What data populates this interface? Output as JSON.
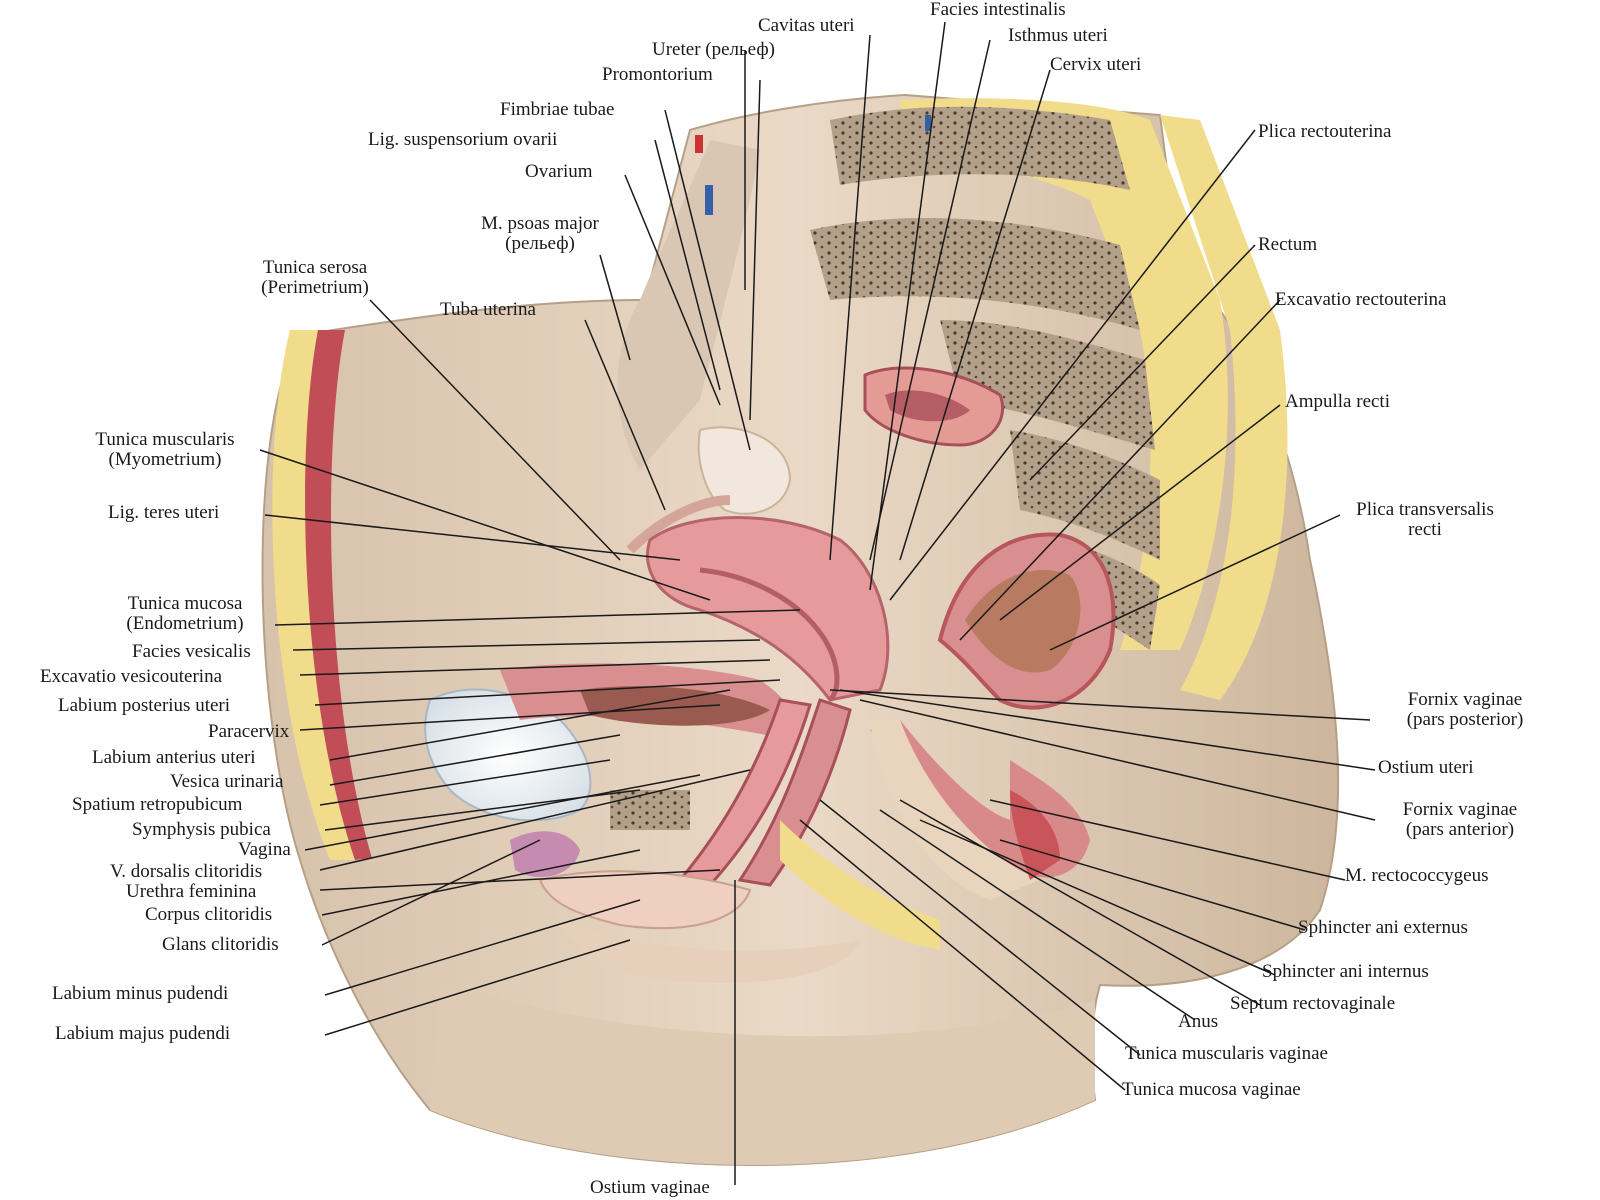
{
  "labels": {
    "facies_intestinalis": "Facies intestinalis",
    "cavitas_uteri": "Cavitas uteri",
    "isthmus_uteri": "Isthmus uteri",
    "ureter": "Ureter (рельеф)",
    "cervix_uteri": "Cervix uteri",
    "promontorium": "Promontorium",
    "fimbriae_tubae": "Fimbriae tubae",
    "plica_rectouterina": "Plica rectouterina",
    "lig_suspensorium": "Lig. suspensorium ovarii",
    "ovarium": "Ovarium",
    "m_psoas_1": "M. psoas major",
    "m_psoas_2": "(рельеф)",
    "rectum": "Rectum",
    "tunica_serosa_1": "Tunica serosa",
    "tunica_serosa_2": "(Perimetrium)",
    "excavatio_rectouterina": "Excavatio rectouterina",
    "tuba_uterina": "Tuba uterina",
    "ampulla_recti": "Ampulla recti",
    "tunica_muscularis_1": "Tunica muscularis",
    "tunica_muscularis_2": "(Myometrium)",
    "lig_teres": "Lig. teres uteri",
    "plica_transversalis_1": "Plica transversalis",
    "plica_transversalis_2": "recti",
    "tunica_mucosa_1": "Tunica mucosa",
    "tunica_mucosa_2": "(Endometrium)",
    "facies_vesicalis": "Facies vesicalis",
    "excavatio_vesicouterina": "Excavatio vesicouterina",
    "fornix_post_1": "Fornix vaginae",
    "fornix_post_2": "(pars posterior)",
    "labium_posterius": "Labium posterius uteri",
    "paracervix": "Paracervix",
    "ostium_uteri": "Ostium uteri",
    "labium_anterius": "Labium anterius uteri",
    "vesica_urinaria": "Vesica urinaria",
    "fornix_ant_1": "Fornix vaginae",
    "fornix_ant_2": "(pars anterior)",
    "spatium_retropubicum": "Spatium retropubicum",
    "symphysis_pubica": "Symphysis pubica",
    "vagina": "Vagina",
    "m_rectococcygeus": "M. rectococcygeus",
    "v_dorsalis": "V. dorsalis clitoridis",
    "urethra_feminina": "Urethra feminina",
    "corpus_clitoridis": "Corpus clitoridis",
    "sphincter_externus": "Sphincter ani externus",
    "glans_clitoridis": "Glans clitoridis",
    "sphincter_internus": "Sphincter ani internus",
    "labium_minus": "Labium minus pudendi",
    "septum_rectovaginale": "Septum rectovaginale",
    "anus": "Anus",
    "labium_majus": "Labium majus pudendi",
    "tunica_muscularis_vaginae": "Tunica muscularis vaginae",
    "tunica_mucosa_vaginae": "Tunica mucosa vaginae",
    "ostium_vaginae": "Ostium vaginae"
  },
  "colors": {
    "background": "#ffffff",
    "skin": "#e3d2bf",
    "skin_shadow": "#c9b39b",
    "fat": "#f1dc8c",
    "bone": "#ad9a85",
    "muscle": "#c9545a",
    "organ": "#e79a9c",
    "leader_line": "#1a1a1a"
  }
}
